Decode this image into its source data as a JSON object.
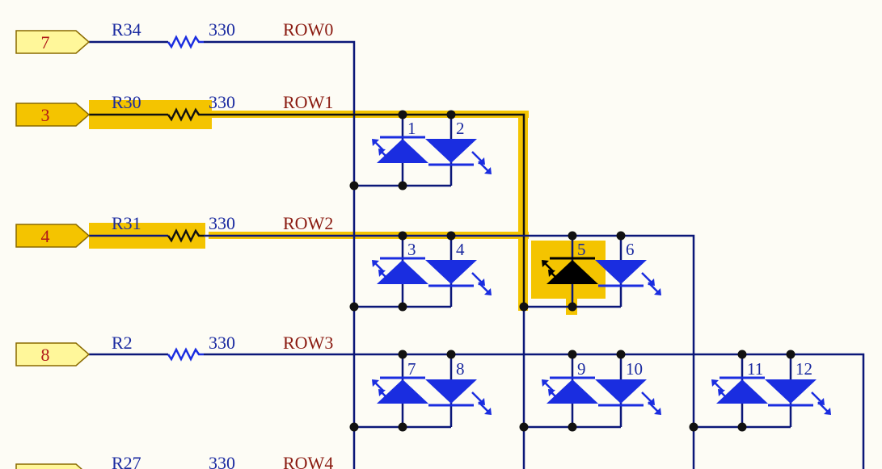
{
  "colors": {
    "background": "#fdfcf5",
    "wire": "#0b1778",
    "led": "#1a2de0",
    "highlight": "#f4c400",
    "port_fill": "#fff79a",
    "port_fill_highlight": "#f4c400",
    "net_label": "#8a1a10",
    "selected_led": "#000000"
  },
  "rows": [
    {
      "port": "7",
      "resistor": "R34",
      "value": "330",
      "net": "ROW0",
      "highlight": false
    },
    {
      "port": "3",
      "resistor": "R30",
      "value": "330",
      "net": "ROW1",
      "highlight": true
    },
    {
      "port": "4",
      "resistor": "R31",
      "value": "330",
      "net": "ROW2",
      "highlight": true
    },
    {
      "port": "8",
      "resistor": "R2",
      "value": "330",
      "net": "ROW3",
      "highlight": false
    },
    {
      "port": "",
      "resistor": "R27",
      "value": "330",
      "net": "ROW4",
      "highlight": false
    }
  ],
  "leds": [
    {
      "label": "1",
      "selected": false
    },
    {
      "label": "2",
      "selected": false
    },
    {
      "label": "3",
      "selected": false
    },
    {
      "label": "4",
      "selected": false
    },
    {
      "label": "5",
      "selected": true
    },
    {
      "label": "6",
      "selected": false
    },
    {
      "label": "7",
      "selected": false
    },
    {
      "label": "8",
      "selected": false
    },
    {
      "label": "9",
      "selected": false
    },
    {
      "label": "10",
      "selected": false
    },
    {
      "label": "11",
      "selected": false
    },
    {
      "label": "12",
      "selected": false
    }
  ]
}
